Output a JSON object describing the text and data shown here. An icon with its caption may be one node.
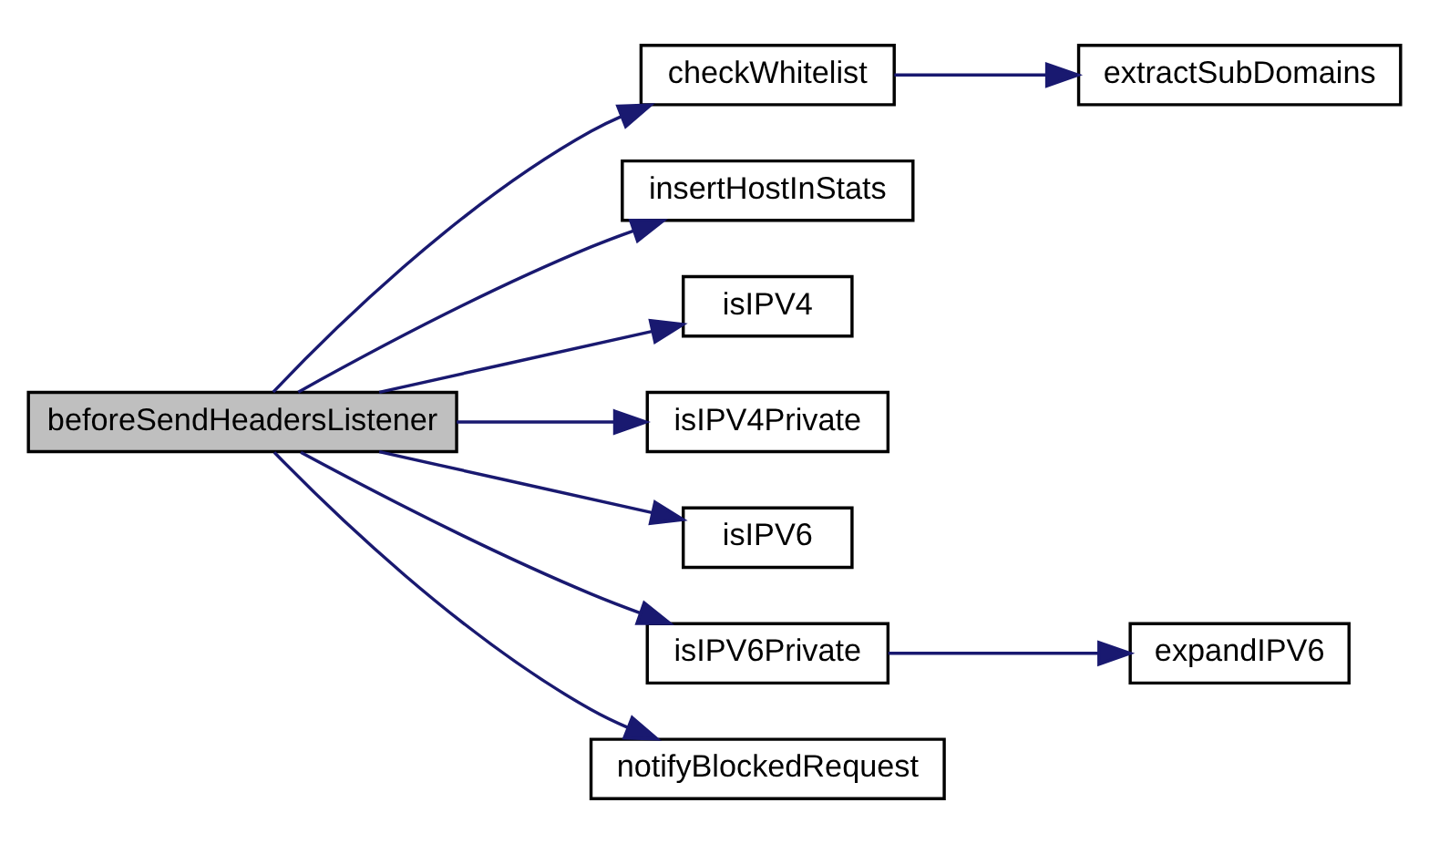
{
  "diagram": {
    "nodes": [
      {
        "text": [
          "beforeSendHeadersListener"
        ]
      },
      {
        "text": [
          "checkWhitelist"
        ]
      },
      {
        "text": [
          "extractSubDomains"
        ]
      },
      {
        "text": [
          "insertHostInStats"
        ]
      },
      {
        "text": [
          "isIPV4"
        ]
      },
      {
        "text": [
          "isIPV4Private"
        ]
      },
      {
        "text": [
          "isIPV6"
        ]
      },
      {
        "text": [
          "isIPV6Private"
        ]
      },
      {
        "text": [
          "expandIPV6"
        ]
      },
      {
        "text": [
          "notifyBlockedRequest"
        ]
      }
    ],
    "edges": [
      {
        "from": 0,
        "to": 1,
        "arrow": "to"
      },
      {
        "from": 1,
        "to": 2,
        "arrow": "to"
      },
      {
        "from": 0,
        "to": 3,
        "arrow": "to"
      },
      {
        "from": 0,
        "to": 4,
        "arrow": "to"
      },
      {
        "from": 0,
        "to": 5,
        "arrow": "to"
      },
      {
        "from": 0,
        "to": 6,
        "arrow": "to"
      },
      {
        "from": 0,
        "to": 7,
        "arrow": "to"
      },
      {
        "from": 7,
        "to": 8,
        "arrow": "to"
      },
      {
        "from": 0,
        "to": 9,
        "arrow": "to"
      }
    ]
  }
}
